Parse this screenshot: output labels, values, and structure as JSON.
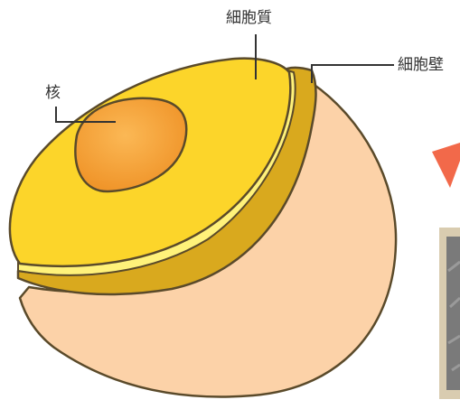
{
  "labels": {
    "cytoplasm": "細胞質",
    "cell_wall": "細胞壁",
    "nucleus": "核"
  },
  "colors": {
    "outline": "#5a4a2a",
    "cytoplasm": "#fcd52a",
    "cytoplasm_highlight": "#fff08a",
    "wall_dark": "#d9a91e",
    "wall_light": "#fff27a",
    "cell_body": "#fcd2a8",
    "nucleus": "#f39a2c",
    "nucleus_highlight": "#fbb855",
    "arrow": "#f2694a",
    "photo_frame": "#d9ccb0",
    "photo": "#7a7a7a"
  }
}
